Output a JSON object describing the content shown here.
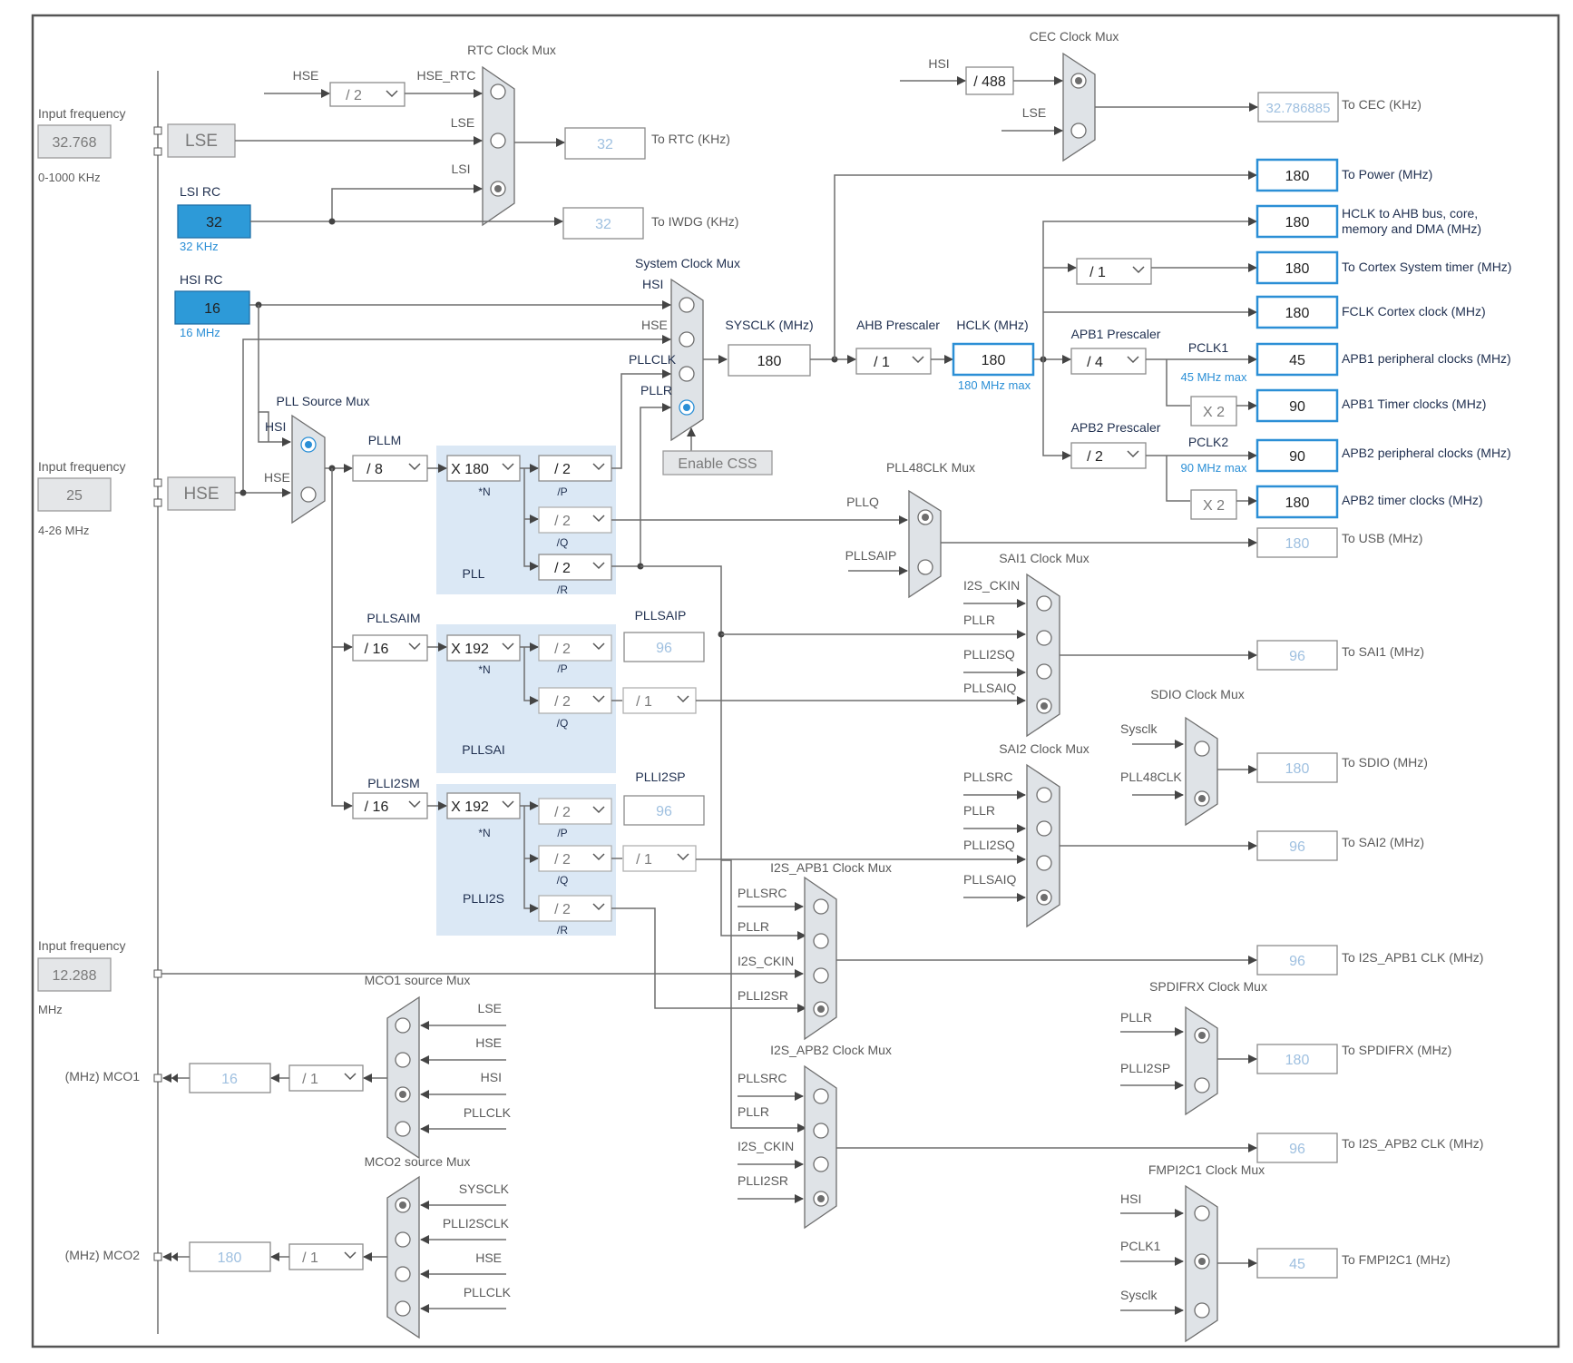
{
  "inputs": {
    "lse": {
      "freq_label": "Input frequency",
      "value": "32.768",
      "range": "0-1000 KHz",
      "name": "LSE"
    },
    "hse": {
      "freq_label": "Input frequency",
      "value": "25",
      "range": "4-26 MHz",
      "name": "HSE"
    },
    "i2s": {
      "freq_label": "Input frequency",
      "value": "12.288",
      "range": "MHz"
    }
  },
  "oscillators": {
    "lsi": {
      "title": "LSI RC",
      "value": "32",
      "note": "32 KHz"
    },
    "hsi": {
      "title": "HSI RC",
      "value": "16",
      "note": "16 MHz"
    }
  },
  "rtc": {
    "title": "RTC Clock Mux",
    "hse_label": "HSE",
    "hse_div": "/ 2",
    "hse_rtc": "HSE_RTC",
    "lse_label": "LSE",
    "lsi_label": "LSI",
    "out_value": "32",
    "out_label": "To RTC (KHz)",
    "iwdg_value": "32",
    "iwdg_label": "To IWDG (KHz)"
  },
  "cec": {
    "title": "CEC Clock Mux",
    "hsi_label": "HSI",
    "div": "/ 488",
    "lse_label": "LSE",
    "out_value": "32.786885",
    "out_label": "To CEC (KHz)"
  },
  "sysclk_mux": {
    "title": "System Clock Mux",
    "hsi": "HSI",
    "hse": "HSE",
    "pllclk": "PLLCLK",
    "pllr": "PLLR",
    "enable_css": "Enable CSS"
  },
  "sysclk": {
    "label": "SYSCLK (MHz)",
    "value": "180"
  },
  "ahb": {
    "label": "AHB Prescaler",
    "value": "/ 1"
  },
  "hclk": {
    "label": "HCLK (MHz)",
    "value": "180",
    "note": "180 MHz max"
  },
  "apb1": {
    "label": "APB1 Prescaler",
    "value": "/ 4",
    "pclk": "PCLK1",
    "note": "45 MHz max",
    "x2": "X 2"
  },
  "apb2": {
    "label": "APB2 Prescaler",
    "value": "/ 2",
    "pclk": "PCLK2",
    "note": "90 MHz max",
    "x2": "X 2"
  },
  "cortex_div": "/ 1",
  "outputs": {
    "power": {
      "value": "180",
      "label": "To Power (MHz)"
    },
    "hclk": {
      "value": "180",
      "label1": "HCLK to AHB bus, core,",
      "label2": "memory and DMA (MHz)"
    },
    "cortex": {
      "value": "180",
      "label": "To Cortex System timer (MHz)"
    },
    "fclk": {
      "value": "180",
      "label": "FCLK Cortex clock (MHz)"
    },
    "apb1p": {
      "value": "45",
      "label": "APB1 peripheral clocks (MHz)"
    },
    "apb1t": {
      "value": "90",
      "label": "APB1 Timer clocks (MHz)"
    },
    "apb2p": {
      "value": "90",
      "label": "APB2 peripheral clocks (MHz)"
    },
    "apb2t": {
      "value": "180",
      "label": "APB2 timer clocks (MHz)"
    },
    "usb": {
      "value": "180",
      "label": "To USB (MHz)"
    },
    "sai1": {
      "value": "96",
      "label": "To SAI1 (MHz)"
    },
    "sdio": {
      "value": "180",
      "label": "To SDIO (MHz)"
    },
    "sai2": {
      "value": "96",
      "label": "To SAI2 (MHz)"
    },
    "i2s1": {
      "value": "96",
      "label": "To I2S_APB1 CLK (MHz)"
    },
    "spdif": {
      "value": "180",
      "label": "To SPDIFRX (MHz)"
    },
    "i2s2": {
      "value": "96",
      "label": "To I2S_APB2 CLK (MHz)"
    },
    "fmpi2c": {
      "value": "45",
      "label": "To FMPI2C1 (MHz)"
    }
  },
  "pll_source": {
    "title": "PLL Source Mux",
    "hsi": "HSI",
    "hse": "HSE"
  },
  "pll": {
    "m_label": "PLLM",
    "m": "/ 8",
    "n": "X 180",
    "n_sub": "*N",
    "p": "/ 2",
    "p_sub": "/P",
    "q": "/ 2",
    "q_sub": "/Q",
    "r": "/ 2",
    "r_sub": "/R",
    "name": "PLL"
  },
  "pllsai": {
    "m_label": "PLLSAIM",
    "m": "/ 16",
    "n": "X 192",
    "n_sub": "*N",
    "p": "/ 2",
    "p_sub": "/P",
    "p_out_label": "PLLSAIP",
    "p_out": "96",
    "q": "/ 2",
    "q_sub": "/Q",
    "q_div": "/ 1",
    "name": "PLLSAI"
  },
  "plli2s": {
    "m_label": "PLLI2SM",
    "m": "/ 16",
    "n": "X 192",
    "n_sub": "*N",
    "p": "/ 2",
    "p_sub": "/P",
    "p_out_label": "PLLI2SP",
    "p_out": "96",
    "q": "/ 2",
    "q_sub": "/Q",
    "q_div": "/ 1",
    "r": "/ 2",
    "r_sub": "/R",
    "name": "PLLI2S"
  },
  "pll48": {
    "title": "PLL48CLK Mux",
    "a": "PLLQ",
    "b": "PLLSAIP"
  },
  "sai1_mux": {
    "title": "SAI1 Clock Mux",
    "a": "I2S_CKIN",
    "b": "PLLR",
    "c": "PLLI2SQ",
    "d": "PLLSAIQ"
  },
  "sdio_mux": {
    "title": "SDIO Clock Mux",
    "a": "Sysclk",
    "b": "PLL48CLK"
  },
  "sai2_mux": {
    "title": "SAI2 Clock Mux",
    "a": "PLLSRC",
    "b": "PLLR",
    "c": "PLLI2SQ",
    "d": "PLLSAIQ"
  },
  "i2s1_mux": {
    "title": "I2S_APB1 Clock Mux",
    "a": "PLLSRC",
    "b": "PLLR",
    "c": "I2S_CKIN",
    "d": "PLLI2SR"
  },
  "i2s2_mux": {
    "title": "I2S_APB2 Clock Mux",
    "a": "PLLSRC",
    "b": "PLLR",
    "c": "I2S_CKIN",
    "d": "PLLI2SR"
  },
  "spdif_mux": {
    "title": "SPDIFRX Clock Mux",
    "a": "PLLR",
    "b": "PLLI2SP"
  },
  "fmpi2c_mux": {
    "title": "FMPI2C1 Clock Mux",
    "a": "HSI",
    "b": "PCLK1",
    "c": "Sysclk"
  },
  "mco1": {
    "title": "MCO1 source Mux",
    "a": "LSE",
    "b": "HSE",
    "c": "HSI",
    "d": "PLLCLK",
    "div": "/ 1",
    "value": "16",
    "label": "(MHz) MCO1"
  },
  "mco2": {
    "title": "MCO2 source Mux",
    "a": "SYSCLK",
    "b": "PLLI2SCLK",
    "c": "HSE",
    "d": "PLLCLK",
    "div": "/ 1",
    "value": "180",
    "label": "(MHz) MCO2"
  }
}
